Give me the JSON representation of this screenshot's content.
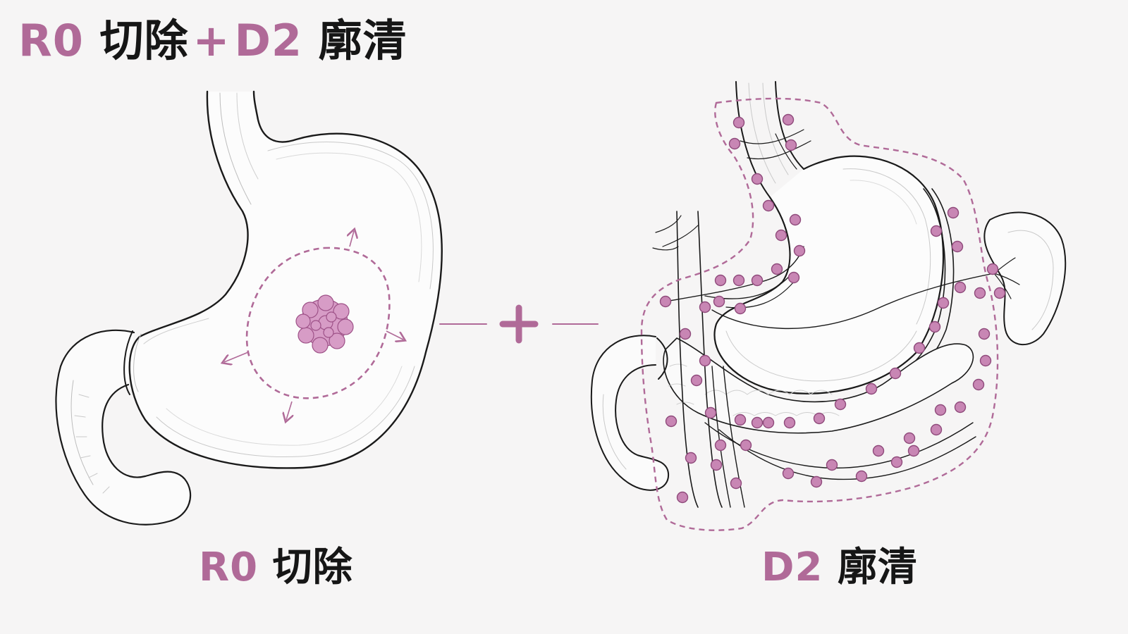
{
  "title": {
    "part1_accent": "R0",
    "part1_text": "切除",
    "plus": "+",
    "part2_accent": "D2",
    "part2_text": "廓清"
  },
  "left_caption": {
    "accent": "R0",
    "text": "切除"
  },
  "right_caption": {
    "accent": "D2",
    "text": "廓清"
  },
  "colors": {
    "accent": "#b06a98",
    "node_fill": "#c886b4",
    "tumor_fill": "#d79cc6",
    "outline": "#1a1a1a",
    "background": "#f6f5f5"
  },
  "icons": [
    "stomach-outline",
    "tumor",
    "resection-margin-arrows",
    "plus-connector",
    "lymph-node",
    "spleen"
  ]
}
